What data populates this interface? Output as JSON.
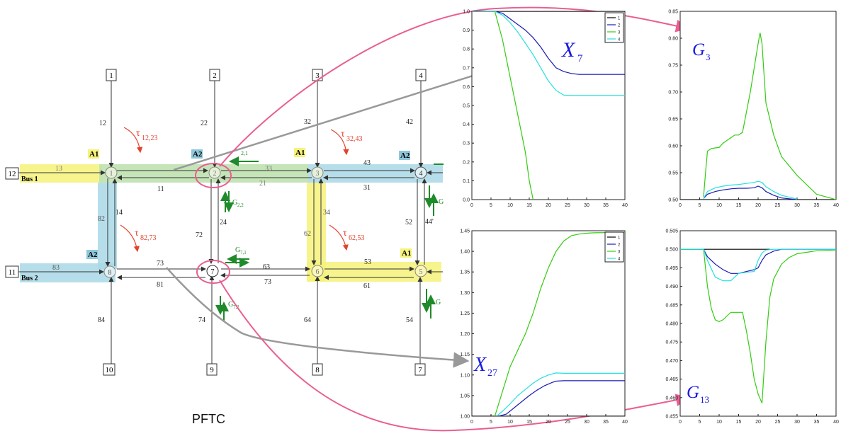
{
  "footer_label": "PFTC",
  "colors": {
    "yellow": "#f6f27a",
    "blue": "#a9d8e6",
    "green": "#bfe2b0",
    "pink": "#ea5e92",
    "gray": "#999999",
    "tau": "#e4412b",
    "gsig": "#1f8a2a",
    "label_blue": "#1a1ae0",
    "s1": "#000000",
    "s2": "#1b1bb4",
    "s3": "#33cc11",
    "s4": "#22e0e0"
  },
  "network": {
    "bus1": "Bus 1",
    "bus2": "Bus 2",
    "bus_ids": {
      "bus1": "12",
      "bus2": "11"
    },
    "entrances": {
      "e1": "1",
      "e2": "2",
      "e3": "3",
      "e4": "4",
      "e7": "7",
      "e8": "8",
      "e9": "9",
      "e10": "10"
    },
    "nodes": {
      "n1": "1",
      "n2": "2",
      "n3": "3",
      "n4": "4",
      "n5": "5",
      "n6": "6",
      "n7": "7",
      "n8": "8"
    },
    "links": {
      "l12": "12",
      "l22": "22",
      "l32": "32",
      "l42": "42",
      "l13": "13",
      "l11": "11",
      "l33": "33",
      "l21": "21",
      "l43": "43",
      "l31": "31",
      "l82": "82",
      "l14": "14",
      "l72": "72",
      "l24": "24",
      "l62": "62",
      "l34": "34",
      "l52": "52",
      "l44": "44'",
      "l83": "83",
      "l73a": "73",
      "l81": "81",
      "l63": "63",
      "l73b": "73",
      "l53": "53",
      "l61": "61",
      "l84": "84",
      "l74": "74",
      "l64": "64",
      "l54": "54"
    },
    "areas": {
      "a1_top_left": "A1",
      "a2_top_mid": "A2",
      "a1_top_right": "A1",
      "a2_right": "A2",
      "a2_left": "A2",
      "a1_bottom_right": "A1"
    },
    "taus": {
      "t1": {
        "main": "τ",
        "sub": "12,23"
      },
      "t2": {
        "main": "τ",
        "sub": "32,43"
      },
      "t3": {
        "main": "τ",
        "sub": "82,73"
      },
      "t4": {
        "main": "τ",
        "sub": "62,53"
      }
    },
    "signals": {
      "g21": {
        "main": "",
        "sub": "2,1"
      },
      "g22": {
        "main": "G",
        "sub": "2,2"
      },
      "g71": {
        "main": "G",
        "sub": "7,1"
      },
      "g72": {
        "main": "G",
        "sub": "7,2"
      },
      "g41": {
        "main": "G",
        "sub": ""
      },
      "g51": {
        "main": "G",
        "sub": ""
      }
    }
  },
  "chart_labels": {
    "x7": {
      "main": "X",
      "sub": "7"
    },
    "g3": {
      "main": "G",
      "sub": "3"
    },
    "x27": {
      "main": "X",
      "sub": "27"
    },
    "g13": {
      "main": "G",
      "sub": "13"
    }
  },
  "chart_data": [
    {
      "id": "x7",
      "type": "line",
      "xlim": [
        0,
        40
      ],
      "ylim": [
        0.0,
        1.0
      ],
      "xticks": [
        "0",
        "5",
        "10",
        "15",
        "20",
        "25",
        "30",
        "35",
        "40"
      ],
      "yticks": [
        "0.0",
        "0.1",
        "0.2",
        "0.3",
        "0.4",
        "0.5",
        "0.6",
        "0.7",
        "0.8",
        "0.9",
        "1.0"
      ],
      "legend": [
        "1",
        "2",
        "3",
        "4"
      ],
      "legend_position": "top-right",
      "series": [
        {
          "name": "1",
          "color": "s1",
          "x": [
            0,
            40
          ],
          "y": [
            1.0,
            1.0
          ]
        },
        {
          "name": "2",
          "color": "s2",
          "x": [
            0,
            6,
            8,
            10,
            12,
            14,
            16,
            18,
            20,
            22,
            24,
            26,
            28,
            30,
            40
          ],
          "y": [
            1.0,
            1.0,
            0.99,
            0.96,
            0.93,
            0.9,
            0.86,
            0.81,
            0.75,
            0.7,
            0.68,
            0.67,
            0.665,
            0.665,
            0.665
          ]
        },
        {
          "name": "3",
          "color": "s3",
          "x": [
            0,
            6,
            8,
            10,
            12,
            14,
            15,
            16
          ],
          "y": [
            1.0,
            1.0,
            0.85,
            0.65,
            0.45,
            0.25,
            0.1,
            0.0
          ]
        },
        {
          "name": "4",
          "color": "s4",
          "x": [
            0,
            6,
            8,
            10,
            12,
            14,
            16,
            18,
            20,
            22,
            24,
            26,
            30,
            40
          ],
          "y": [
            1.0,
            1.0,
            0.98,
            0.94,
            0.89,
            0.83,
            0.77,
            0.7,
            0.63,
            0.58,
            0.555,
            0.553,
            0.553,
            0.553
          ]
        }
      ]
    },
    {
      "id": "g3",
      "type": "line",
      "xlim": [
        0,
        40
      ],
      "ylim": [
        0.5,
        0.85
      ],
      "xticks": [
        "0",
        "5",
        "10",
        "15",
        "20",
        "25",
        "30",
        "35",
        "40"
      ],
      "yticks": [
        "0.50",
        "0.55",
        "0.60",
        "0.65",
        "0.70",
        "0.75",
        "0.80",
        "0.85"
      ],
      "series": [
        {
          "name": "1",
          "color": "s1",
          "x": [
            0,
            40
          ],
          "y": [
            0.5,
            0.5
          ]
        },
        {
          "name": "2",
          "color": "s2",
          "x": [
            6,
            7,
            9,
            11,
            13,
            15,
            17,
            19,
            20,
            21,
            22,
            24,
            26,
            30
          ],
          "y": [
            0.502,
            0.51,
            0.515,
            0.518,
            0.52,
            0.521,
            0.521,
            0.522,
            0.525,
            0.522,
            0.515,
            0.508,
            0.503,
            0.5
          ]
        },
        {
          "name": "3",
          "color": "s3",
          "x": [
            6,
            6.5,
            7,
            8,
            9,
            10,
            11,
            12,
            13,
            14,
            15,
            16,
            18,
            20,
            20.5,
            21,
            22,
            24,
            26,
            30,
            35,
            40
          ],
          "y": [
            0.505,
            0.55,
            0.59,
            0.595,
            0.596,
            0.597,
            0.605,
            0.61,
            0.615,
            0.62,
            0.62,
            0.625,
            0.7,
            0.79,
            0.81,
            0.79,
            0.68,
            0.62,
            0.58,
            0.545,
            0.51,
            0.5
          ]
        },
        {
          "name": "4",
          "color": "s4",
          "x": [
            6,
            7,
            9,
            11,
            13,
            15,
            17,
            19,
            20,
            21,
            22,
            24,
            26,
            30
          ],
          "y": [
            0.502,
            0.515,
            0.522,
            0.525,
            0.527,
            0.528,
            0.53,
            0.532,
            0.534,
            0.532,
            0.524,
            0.515,
            0.508,
            0.501
          ]
        }
      ]
    },
    {
      "id": "x27",
      "type": "line",
      "xlim": [
        0,
        40
      ],
      "ylim": [
        1.0,
        1.45
      ],
      "xticks": [
        "0",
        "5",
        "10",
        "15",
        "20",
        "25",
        "30",
        "35",
        "40"
      ],
      "yticks": [
        "1.00",
        "1.05",
        "1.10",
        "1.15",
        "1.20",
        "1.25",
        "1.30",
        "1.35",
        "1.40",
        "1.45"
      ],
      "legend": [
        "1",
        "2",
        "3",
        "4"
      ],
      "legend_position": "top-right",
      "series": [
        {
          "name": "1",
          "color": "s1",
          "x": [
            0,
            40
          ],
          "y": [
            1.0,
            1.0
          ]
        },
        {
          "name": "2",
          "color": "s2",
          "x": [
            7,
            9,
            11,
            13,
            15,
            17,
            19,
            21,
            22,
            24,
            30,
            40
          ],
          "y": [
            1.0,
            1.005,
            1.02,
            1.035,
            1.05,
            1.063,
            1.074,
            1.082,
            1.085,
            1.086,
            1.086,
            1.086
          ]
        },
        {
          "name": "3",
          "color": "s3",
          "x": [
            6,
            8,
            10,
            12,
            14,
            16,
            18,
            20,
            22,
            24,
            26,
            28,
            30,
            32,
            40
          ],
          "y": [
            1.0,
            1.06,
            1.12,
            1.16,
            1.2,
            1.25,
            1.31,
            1.36,
            1.4,
            1.425,
            1.438,
            1.442,
            1.444,
            1.445,
            1.446
          ]
        },
        {
          "name": "4",
          "color": "s4",
          "x": [
            6.5,
            8,
            10,
            12,
            14,
            16,
            18,
            20,
            22,
            24,
            30,
            40
          ],
          "y": [
            1.0,
            1.012,
            1.03,
            1.05,
            1.065,
            1.08,
            1.092,
            1.1,
            1.105,
            1.104,
            1.104,
            1.104
          ]
        }
      ]
    },
    {
      "id": "g13",
      "type": "line",
      "xlim": [
        0,
        40
      ],
      "ylim": [
        0.455,
        0.505
      ],
      "xticks": [
        "0",
        "5",
        "10",
        "15",
        "20",
        "25",
        "30",
        "35",
        "40"
      ],
      "yticks": [
        "0.455",
        "0.460",
        "0.465",
        "0.470",
        "0.475",
        "0.480",
        "0.485",
        "0.490",
        "0.495",
        "0.500",
        "0.505"
      ],
      "series": [
        {
          "name": "1",
          "color": "s1",
          "x": [
            0,
            23
          ],
          "y": [
            0.5,
            0.5
          ]
        },
        {
          "name": "2",
          "color": "s2",
          "x": [
            0,
            6,
            7,
            9,
            11,
            13,
            15,
            17,
            19,
            20,
            21,
            22,
            24,
            26,
            30,
            40
          ],
          "y": [
            0.5,
            0.5,
            0.498,
            0.496,
            0.4945,
            0.4935,
            0.4935,
            0.494,
            0.4945,
            0.495,
            0.497,
            0.4985,
            0.4995,
            0.5,
            0.5,
            0.5
          ]
        },
        {
          "name": "3",
          "color": "s3",
          "x": [
            0,
            6,
            7,
            8,
            9,
            10,
            11,
            12,
            13,
            14,
            15,
            16,
            17,
            18,
            19,
            20,
            21,
            22,
            23,
            24,
            26,
            28,
            30,
            35,
            40
          ],
          "y": [
            0.5,
            0.5,
            0.49,
            0.484,
            0.481,
            0.4805,
            0.481,
            0.482,
            0.483,
            0.483,
            0.483,
            0.483,
            0.478,
            0.472,
            0.465,
            0.461,
            0.4585,
            0.475,
            0.487,
            0.492,
            0.496,
            0.4978,
            0.4988,
            0.4996,
            0.4998
          ]
        },
        {
          "name": "4",
          "color": "s4",
          "x": [
            0,
            6,
            7,
            9,
            11,
            13,
            15,
            17,
            19,
            20,
            21,
            22,
            24,
            40
          ],
          "y": [
            0.5,
            0.5,
            0.497,
            0.4925,
            0.4915,
            0.4915,
            0.4935,
            0.4938,
            0.494,
            0.497,
            0.499,
            0.4998,
            0.5,
            0.5
          ]
        }
      ]
    }
  ]
}
